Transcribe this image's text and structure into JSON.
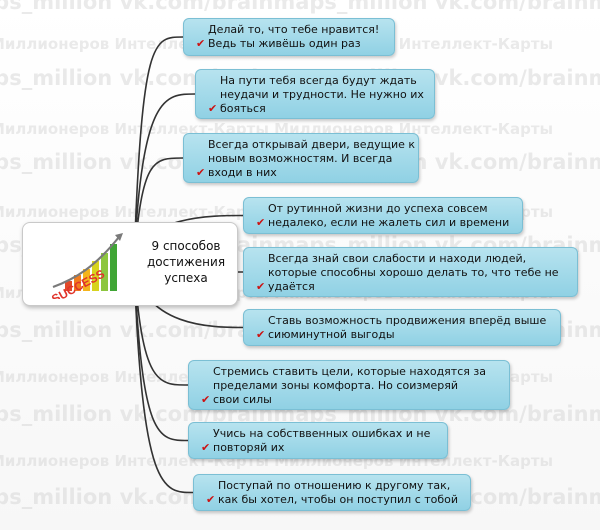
{
  "watermark": {
    "lines": [
      "aps_million vk.com/brainmaps_million vk.com/brainm",
      "Миллионеров   Интеллект-Карты Миллионеров   Интеллект-Карты",
      "aps_million vk.com/brainmaps_million vk.com/brainm",
      "Миллионеров   Интеллект-Карты Миллионеров   Интеллект-Карты",
      "aps_million vk.com/brainmaps_million vk.com/brainm",
      "Миллионеров   Интеллект-Карты Миллионеров   Интеллект-Карты",
      "aps_million vk.com/brainmaps_million vk.com/brainm",
      "Миллионеров   Интеллект-Карты Миллионеров   Интеллект-Карты",
      "aps_million vk.com/brainmaps_million vk.com/brainm",
      "Миллионеров   Интеллект-Карты Миллионеров   Интеллект-Карты",
      "aps_million vk.com/brainmaps_million vk.com/brainm",
      "Миллионеров   Интеллект-Карты Миллионеров   Интеллект-Карты",
      "aps_million vk.com/brainmaps_million vk.com/brainm"
    ]
  },
  "central": {
    "title": "9 способов достижения успеха",
    "logo_text": "SUCCESS"
  },
  "branches": [
    {
      "lines": [
        "Делай то, что тебе нравится!",
        "Ведь ты живёшь один раз"
      ]
    },
    {
      "lines": [
        "На пути тебя всегда будут ждать",
        "неудачи и трудности. Не нужно их",
        "бояться"
      ]
    },
    {
      "lines": [
        "Всегда открывай двери, ведущие к",
        "новым возможностям. И всегда",
        "входи в них"
      ]
    },
    {
      "lines": [
        "От рутинной жизни до успеха совсем",
        "недалеко, если не жалеть сил и времени"
      ]
    },
    {
      "lines": [
        "Всегда знай свои слабости и находи людей,",
        "которые способны хорошо делать то, что тебе не",
        "удаётся"
      ]
    },
    {
      "lines": [
        "Ставь возможность продвижения вперёд выше",
        "сиюминутной выгоды"
      ]
    },
    {
      "lines": [
        "Стремись ставить цели, которые находятся за",
        "пределами зоны комфорта. Но соизмеряй",
        "свои силы"
      ]
    },
    {
      "lines": [
        "Учись на собстввенных ошибках и не",
        "повторяй их"
      ]
    },
    {
      "lines": [
        "Поступай по отношению к другому так,",
        "как бы хотел, чтобы он поступил с тобой"
      ]
    }
  ],
  "colors": {
    "node_fill": "#a4dbea",
    "node_border": "#7bbfd4",
    "connector": "#333333",
    "check": "#cc1111"
  }
}
